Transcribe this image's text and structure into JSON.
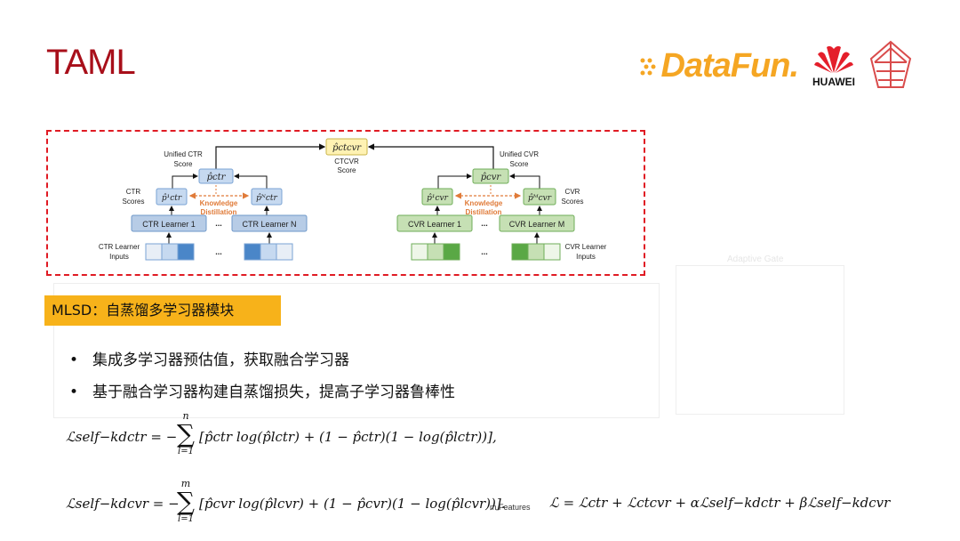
{
  "slide": {
    "title": "TAML"
  },
  "logos": {
    "datafun": "DataFun.",
    "huawei": "HUAWEI"
  },
  "diagram": {
    "unified_ctr": [
      "Unified CTR",
      "Score"
    ],
    "unified_cvr": [
      "Unified CVR",
      "Score"
    ],
    "ctcvr": [
      "CTCVR",
      "Score"
    ],
    "ctr_scores": [
      "CTR",
      "Scores"
    ],
    "cvr_scores": [
      "CVR",
      "Scores"
    ],
    "knowledge_distillation": [
      "Knowledge",
      "Distillation"
    ],
    "ctr_learner_1": "CTR Learner 1",
    "ctr_learner_n": "CTR Learner N",
    "cvr_learner_1": "CVR Learner 1",
    "cvr_learner_m": "CVR Learner M",
    "ellipsis": "...",
    "ctr_inputs": [
      "CTR Learner",
      "Inputs"
    ],
    "cvr_inputs": [
      "CVR Learner",
      "Inputs"
    ],
    "p_ctcvr": "p̂ctcvr",
    "p_ctr": "p̂ctr",
    "p_cvr": "p̂cvr",
    "p_ctr_1": "p̂¹ctr",
    "p_ctr_n": "p̂ᴺctr",
    "p_cvr_1": "p̂¹cvr",
    "p_cvr_m": "p̂ᴹcvr",
    "colors": {
      "ctr_fill": "#c6d9f0",
      "ctr_dark": "#4a86c8",
      "cvr_fill": "#c6e0b4",
      "cvr_dark": "#5aa845",
      "ctcvr_fill": "#fff2b3",
      "kd": "#e07b39"
    }
  },
  "background_text": {
    "adaptive_gate": "Adaptive Gate",
    "features": "m Features"
  },
  "section_label": "MLSD：自蒸馏多学习器模块",
  "bullets": [
    "集成多学习器预估值，获取融合学习器",
    "基于融合学习器构建自蒸馏损失，提高子学习器鲁棒性"
  ],
  "equations": {
    "eq1_lhs": "ℒself−kdctr = −",
    "eq1_rhs": "[p̂ctr log(p̂lctr) + (1 − p̂ctr)(1 − log(p̂lctr))],",
    "eq1_sum_top": "n",
    "eq1_sum_bottom": "l=1",
    "eq2_lhs": "ℒself−kdcvr = −",
    "eq2_rhs": "[p̂cvr log(p̂lcvr) + (1 − p̂cvr)(1 − log(p̂lcvr))].",
    "eq2_sum_top": "m",
    "eq2_sum_bottom": "l=1",
    "eq3": "ℒ = ℒctr + ℒctcvr + αℒself−kdctr + βℒself−kdcvr"
  }
}
